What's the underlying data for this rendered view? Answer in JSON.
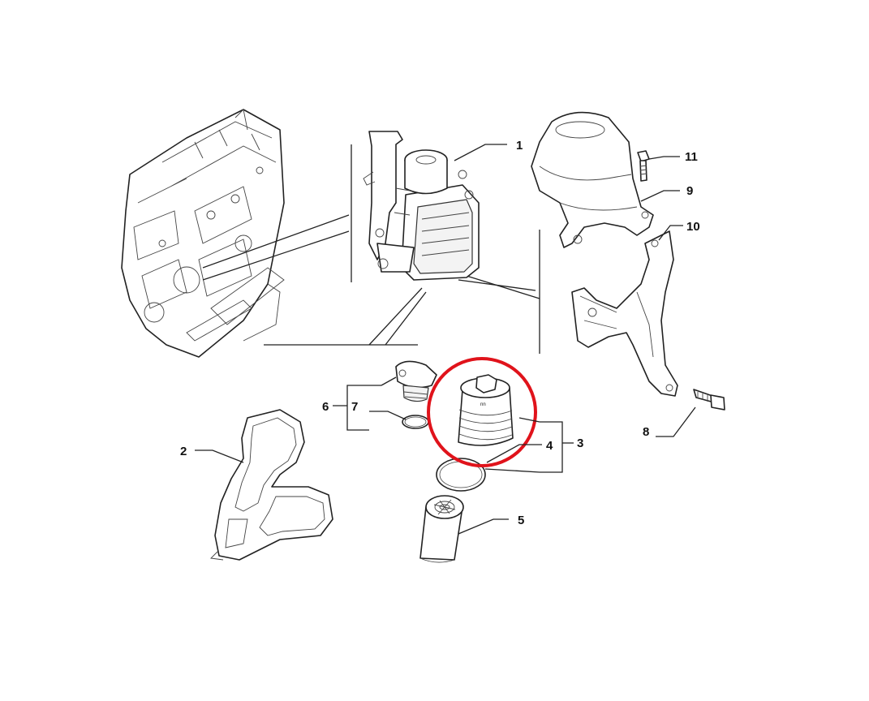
{
  "callouts": {
    "c1": "1",
    "c2": "2",
    "c3": "3",
    "c4": "4",
    "c5": "5",
    "c6": "6",
    "c7": "7",
    "c8": "8",
    "c9": "9",
    "c10": "10",
    "c11": "11"
  },
  "highlight": {
    "color": "#e0131b",
    "target": "4"
  },
  "colors": {
    "line": "#222222",
    "background": "#ffffff"
  }
}
